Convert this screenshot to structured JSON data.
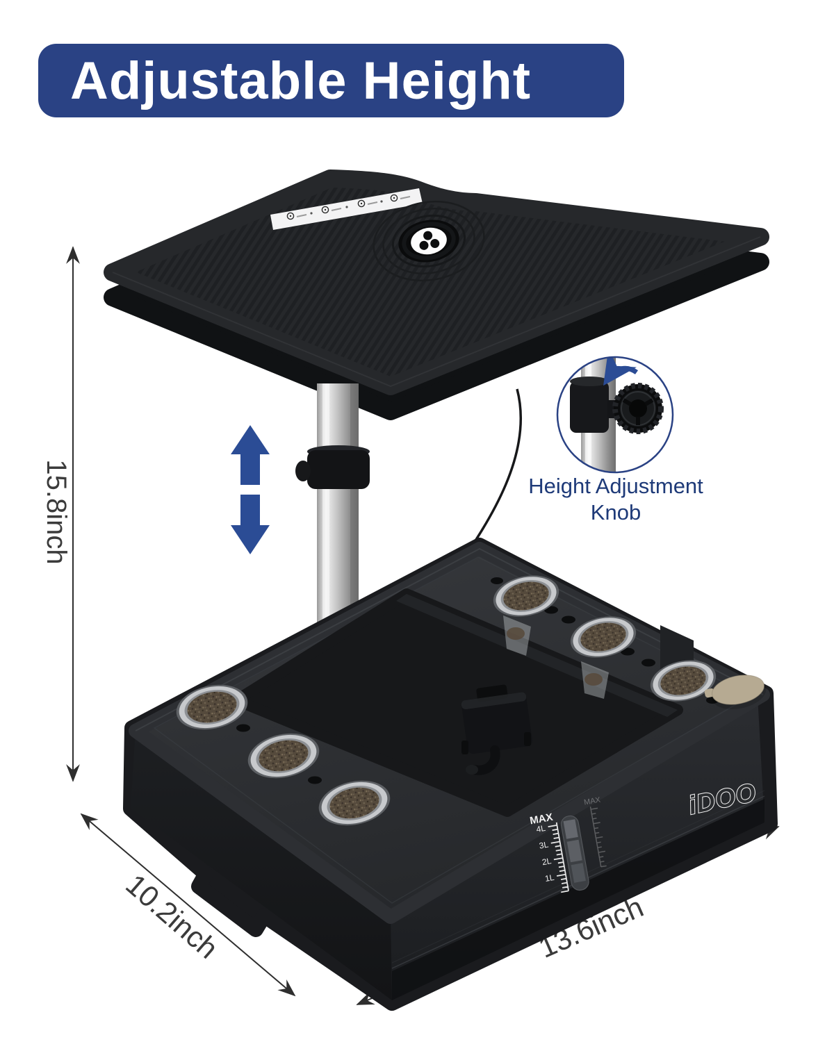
{
  "title": "Adjustable Height",
  "callout": {
    "line1": "Height Adjustment",
    "line2": "Knob"
  },
  "dimensions": {
    "height": "15.8inch",
    "depth": "10.2inch",
    "width": "13.6inch"
  },
  "brand": {
    "logo": "iDOO"
  },
  "water_gauge": {
    "max": "MAX",
    "levels": [
      "4L",
      "3L",
      "2L",
      "1L"
    ],
    "ghost_max": "MAX"
  },
  "colors": {
    "banner_bg": "#2A4284",
    "banner_text": "#FFFFFF",
    "accent_blue": "#2B4C95",
    "callout_text": "#1E3A78",
    "dimension_ink": "#3B3B3B",
    "product_body": "#26282B",
    "sponge_brown": "#57493A",
    "cap_beige": "#B6AA92",
    "pole_silver": "#C9C9C9"
  }
}
